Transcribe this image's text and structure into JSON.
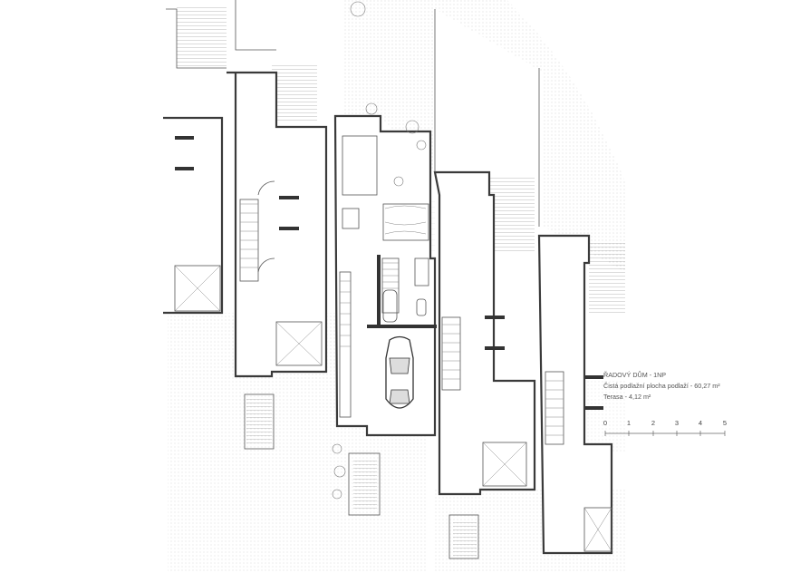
{
  "legend": {
    "title": "ŘADOVÝ DŮM - 1NP",
    "floor_area": "Čistá podlažní plocha podlaží - 60,27 m²",
    "terrace": "Terasa - 4,12 m²"
  },
  "scale_bar": {
    "ticks": [
      "0",
      "1",
      "2",
      "3",
      "4",
      "5"
    ]
  },
  "colors": {
    "wall": "#3a3a3a",
    "hatch": "#c8c8c8",
    "background": "#ffffff"
  }
}
